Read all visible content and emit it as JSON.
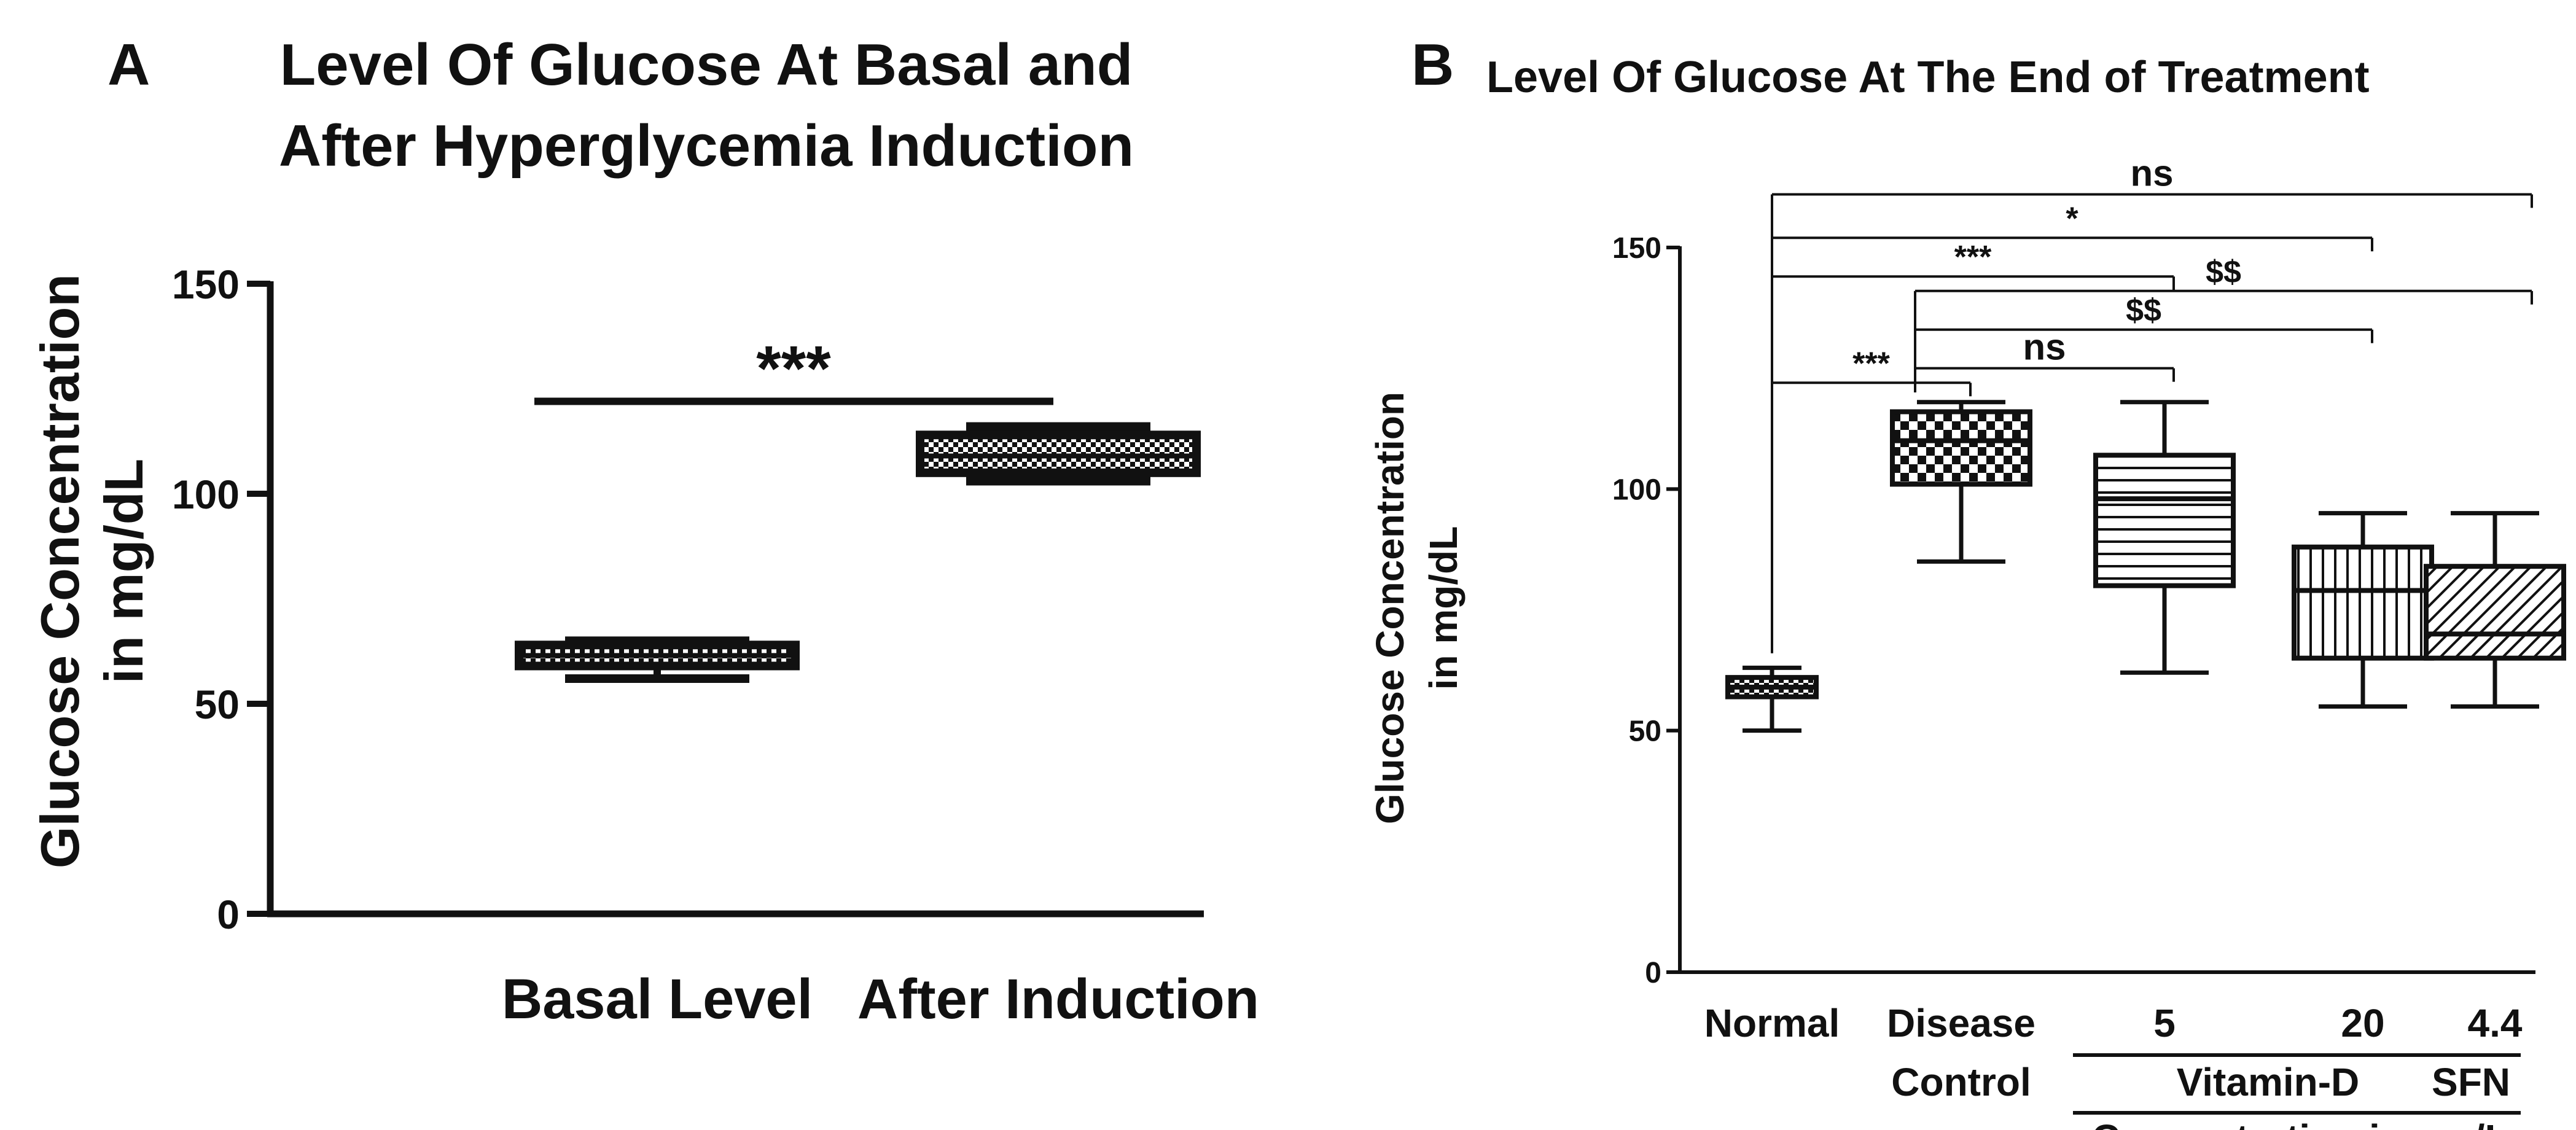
{
  "chart_data": [
    {
      "type": "box",
      "panel_letter": "A",
      "title_lines": [
        "Level Of Glucose At Basal and",
        "After Hyperglycemia Induction"
      ],
      "ylabel_lines": [
        "Glucose Concentration",
        "in mg/dL"
      ],
      "ylim": [
        0,
        150
      ],
      "yticks": [
        0,
        50,
        100,
        150
      ],
      "categories": [
        "Basal Level",
        "After Induction"
      ],
      "boxes": [
        {
          "category": "Basal Level",
          "min": 56,
          "q1": 59,
          "median": 61.5,
          "q3": 64,
          "max": 65,
          "pattern": "checker"
        },
        {
          "category": "After Induction",
          "min": 103,
          "q1": 105,
          "median": 109,
          "q3": 114,
          "max": 116,
          "pattern": "checker"
        }
      ],
      "annotations": [
        {
          "label": "***",
          "from": 0,
          "to": 1,
          "y": 122
        }
      ],
      "grid": false,
      "legend": "none"
    },
    {
      "type": "box",
      "panel_letter": "B",
      "title_lines": [
        "Level Of Glucose At The End of Treatment"
      ],
      "ylabel_lines": [
        "Glucose Concentration",
        "in mg/dL"
      ],
      "ylim": [
        0,
        150
      ],
      "yticks": [
        0,
        50,
        100,
        150
      ],
      "categories": [
        "Normal",
        "Disease",
        "5",
        "20",
        "4.4"
      ],
      "category_lines2": [
        "",
        "Control",
        "",
        "",
        ""
      ],
      "group_labels": [
        {
          "label": "Vitamin-D",
          "from": 2,
          "to": 3
        },
        {
          "label": "SFN",
          "from": 4,
          "to": 4
        }
      ],
      "concentration_label": "Concentration in mg/L",
      "boxes": [
        {
          "category": "Normal",
          "min": 50,
          "q1": 57,
          "median": 59,
          "q3": 61,
          "max": 63,
          "pattern": "checker"
        },
        {
          "category": "Disease Control",
          "min": 85,
          "q1": 101,
          "median": 110,
          "q3": 116,
          "max": 118,
          "pattern": "checker-large"
        },
        {
          "category": "5",
          "min": 62,
          "q1": 80,
          "median": 98,
          "q3": 107,
          "max": 118,
          "pattern": "horizontal"
        },
        {
          "category": "20",
          "min": 55,
          "q1": 65,
          "median": 79,
          "q3": 88,
          "max": 95,
          "pattern": "vertical"
        },
        {
          "category": "4.4",
          "min": 55,
          "q1": 65,
          "median": 70,
          "q3": 84,
          "max": 95,
          "pattern": "diagonal"
        }
      ],
      "annotations": [
        {
          "label": "***",
          "from": 0,
          "to": 1,
          "y": 122
        },
        {
          "label": "ns",
          "from": 1,
          "to": 2,
          "y": 125
        },
        {
          "label": "$$",
          "from": 1,
          "to": 3,
          "y": 133
        },
        {
          "label": "$$",
          "from": 1,
          "to": 4,
          "y": 141
        },
        {
          "label": "***",
          "from": 0,
          "to": 2,
          "y": 144
        },
        {
          "label": "*",
          "from": 0,
          "to": 3,
          "y": 152
        },
        {
          "label": "ns",
          "from": 0,
          "to": 4,
          "y": 161
        }
      ],
      "grid": false,
      "legend": "none"
    }
  ]
}
